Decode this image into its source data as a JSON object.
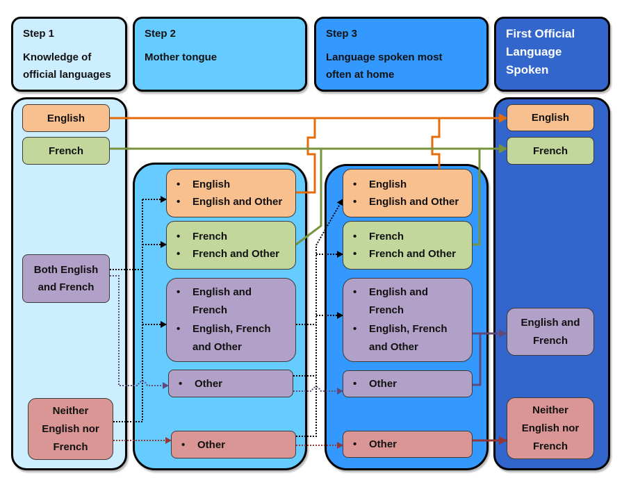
{
  "headers": {
    "step1": {
      "step": "Step 1",
      "title_lines": [
        "Knowledge of",
        "official languages"
      ]
    },
    "step2": {
      "step": "Step 2",
      "title_lines": [
        "Mother tongue"
      ]
    },
    "step3": {
      "step": "Step 3",
      "title_lines": [
        "Language spoken most",
        "often at home"
      ]
    },
    "final": {
      "title_lines": [
        "First Official",
        "Language",
        "Spoken"
      ]
    }
  },
  "step1": {
    "english": "English",
    "french": "French",
    "both_lines": [
      "Both English",
      "and French"
    ],
    "neither_lines": [
      "Neither",
      "English nor",
      "French"
    ]
  },
  "step2": {
    "english_group": [
      "English",
      "English and Other"
    ],
    "french_group": [
      "French",
      "French and Other"
    ],
    "both_group": [
      "English and French",
      "English, French and Other"
    ],
    "other_from_both": [
      "Other"
    ],
    "other_from_neither": [
      "Other"
    ]
  },
  "step3": {
    "english_group": [
      "English",
      "English and Other"
    ],
    "french_group": [
      "French",
      "French and Other"
    ],
    "both_group": [
      "English and French",
      "English, French and Other"
    ],
    "other_from_both": [
      "Other"
    ],
    "other_from_neither": [
      "Other"
    ]
  },
  "final": {
    "english": "English",
    "french": "French",
    "both_lines": [
      "English and",
      "French"
    ],
    "neither_lines": [
      "Neither",
      "English nor",
      "French"
    ]
  },
  "bullet_glyph": "•",
  "colors": {
    "step1_panel": "#cceeff",
    "step2_panel": "#66ccff",
    "step3_panel": "#3399ff",
    "final_panel": "#3366cc",
    "english_box": "#f8bf8f",
    "english_line": "#e46c0a",
    "french_box": "#c3d69b",
    "french_line": "#77933c",
    "both_box": "#b1a0c7",
    "both_line": "#604a7b",
    "neither_box": "#d99694",
    "neither_line": "#953735"
  }
}
